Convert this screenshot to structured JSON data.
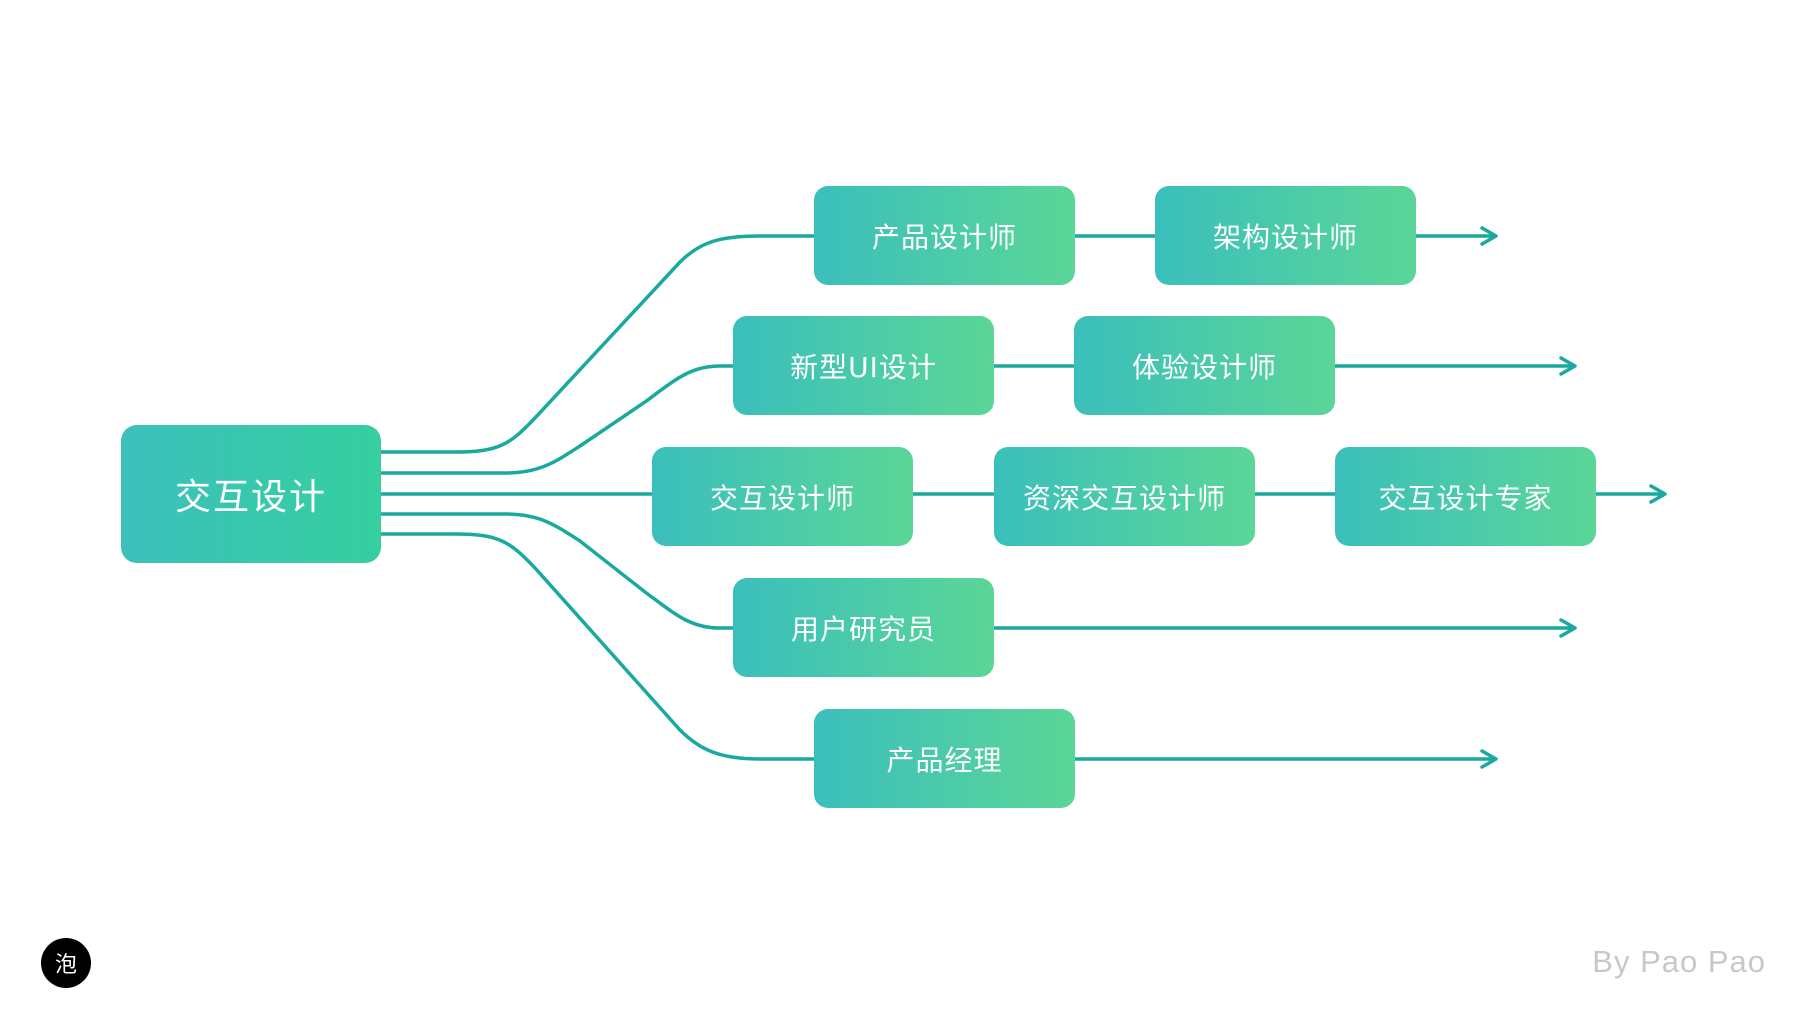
{
  "colors": {
    "line": "#1aa9a0",
    "gradient_start": "#3bbfbc",
    "gradient_end": "#5bd697"
  },
  "root": {
    "label": "交互设计"
  },
  "rows": [
    {
      "nodes": [
        "产品设计师",
        "架构设计师"
      ]
    },
    {
      "nodes": [
        "新型UI设计",
        "体验设计师"
      ]
    },
    {
      "nodes": [
        "交互设计师",
        "资深交互设计师",
        "交互设计专家"
      ]
    },
    {
      "nodes": [
        "用户研究员"
      ]
    },
    {
      "nodes": [
        "产品经理"
      ]
    }
  ],
  "footer": {
    "logo_glyph": "泡",
    "credit": "By Pao Pao"
  }
}
